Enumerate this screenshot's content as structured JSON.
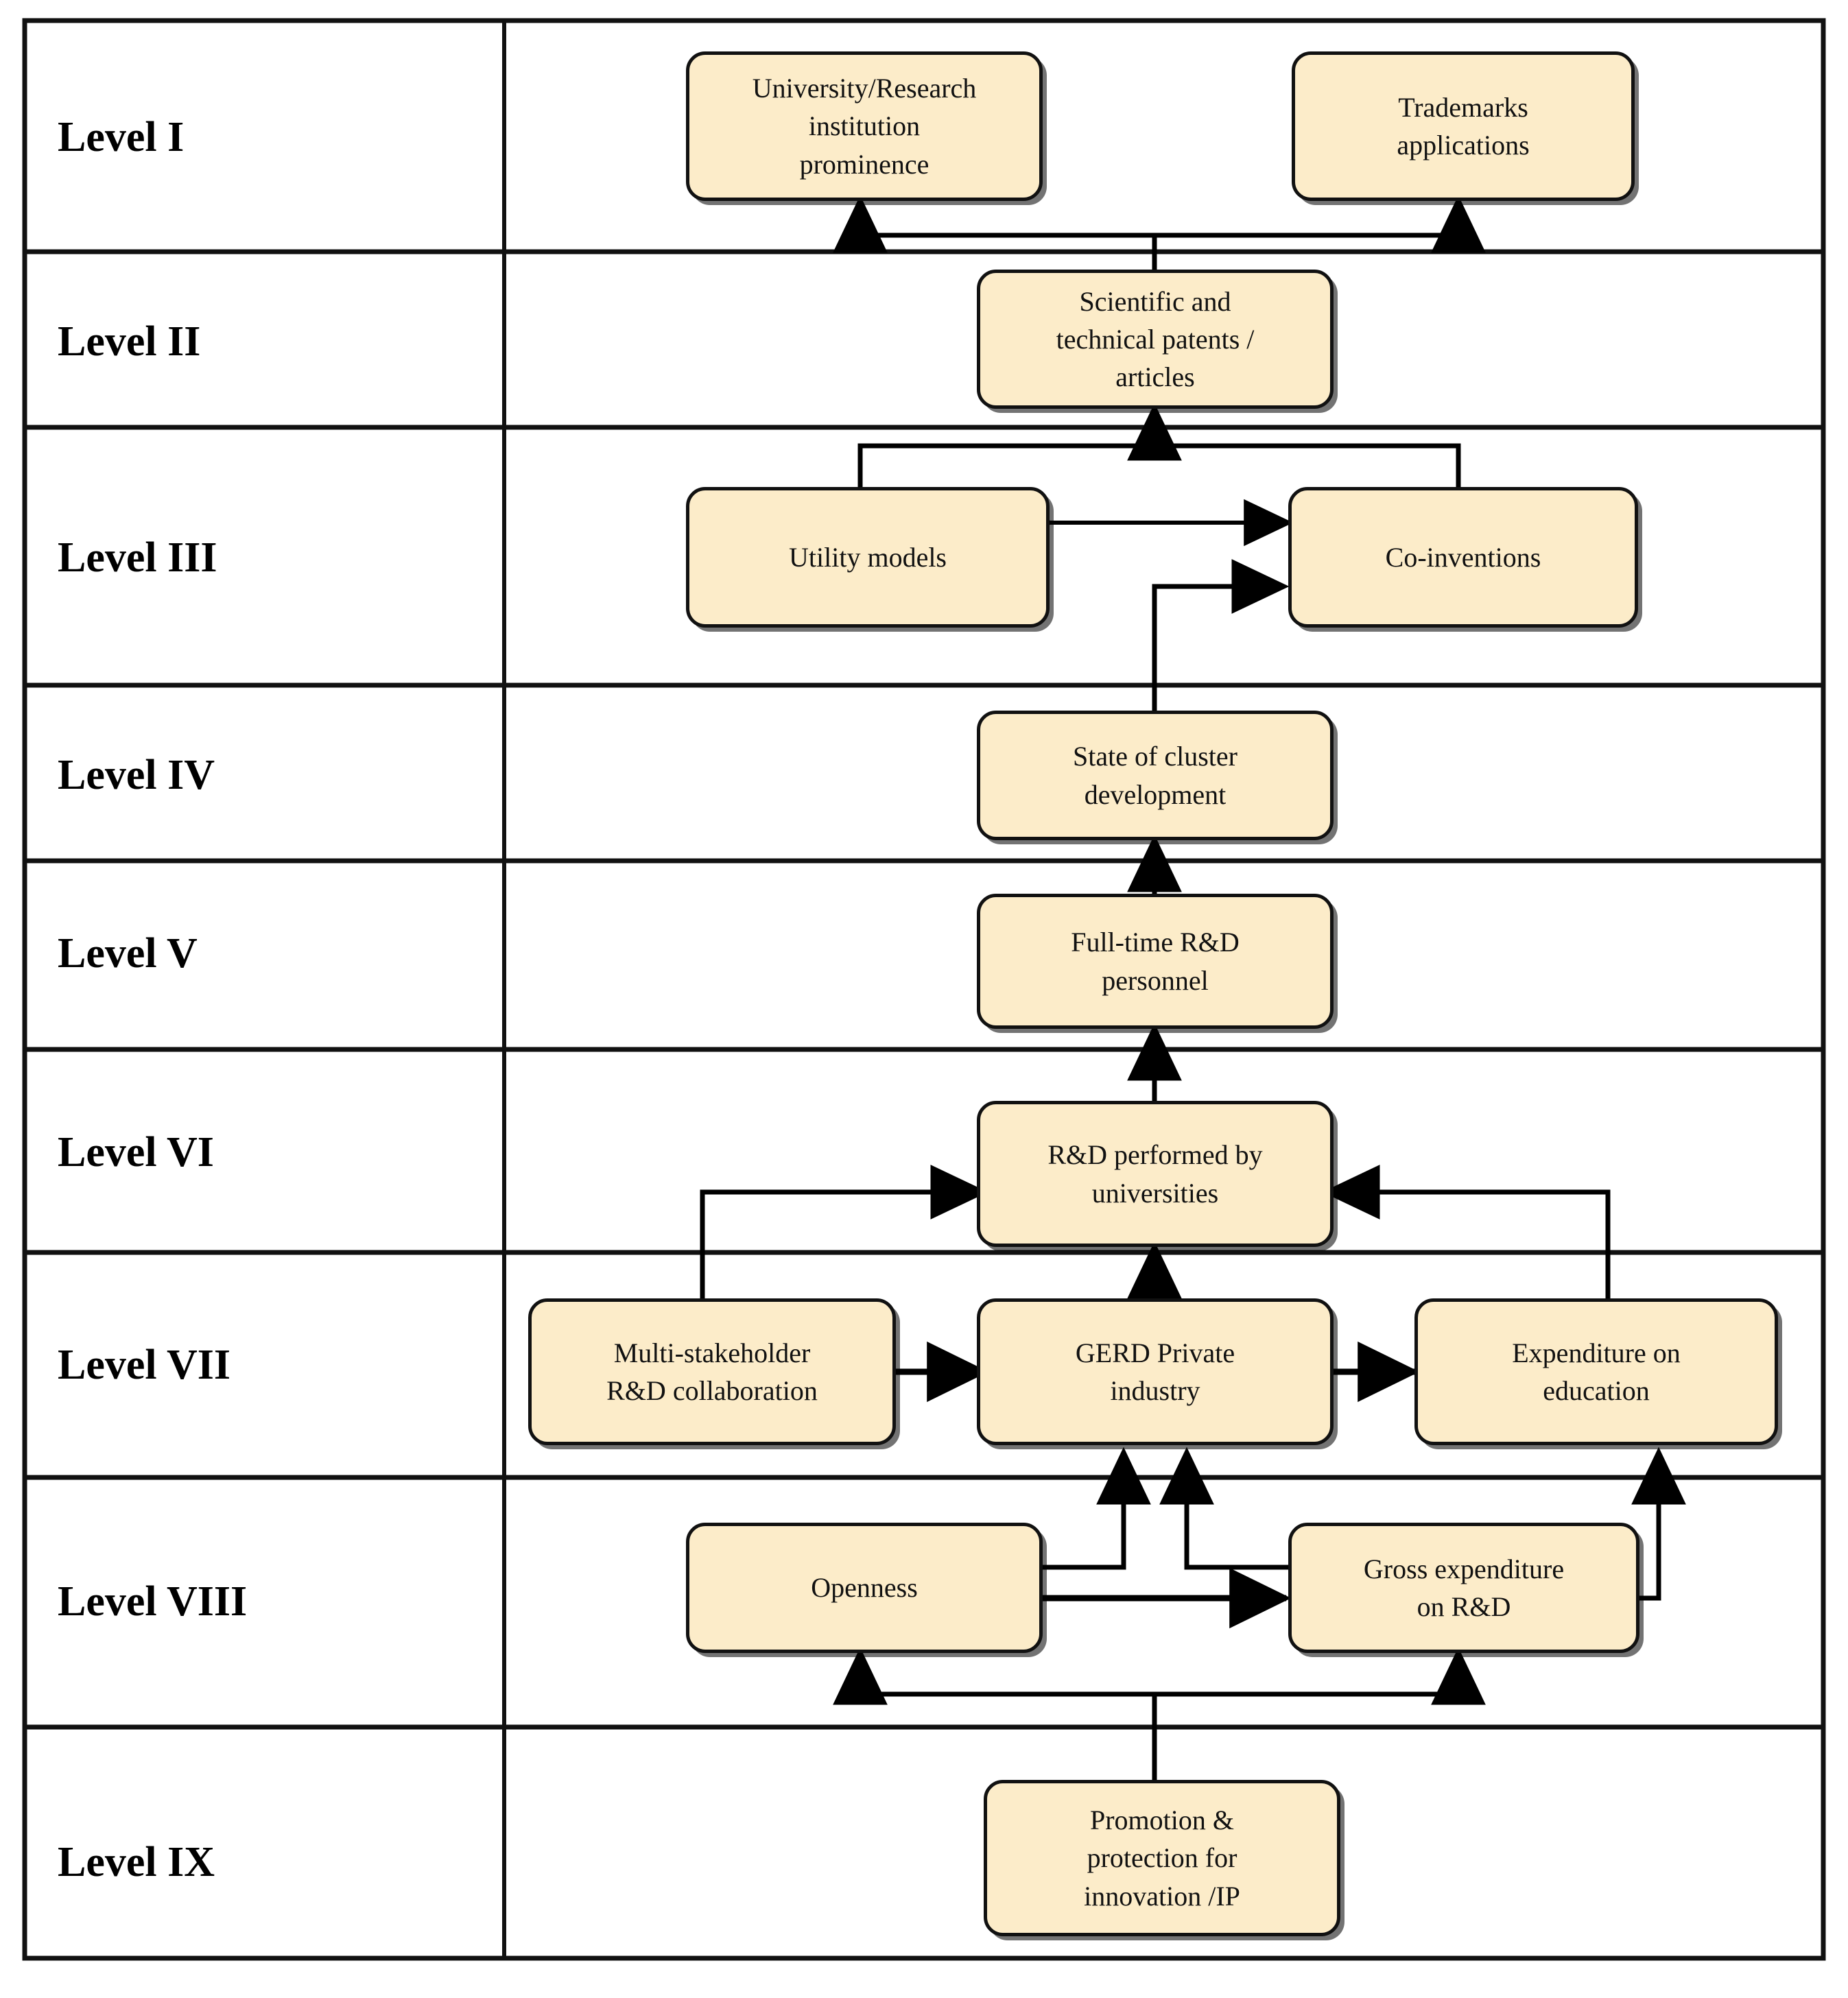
{
  "diagram": {
    "type": "hierarchical-level-diagram",
    "title": "",
    "node_fill_color": "#fcecc9",
    "node_border_color": "#111111",
    "connector_color": "#000000",
    "background_color": "#ffffff"
  },
  "levels": [
    {
      "id": "level-1",
      "label": "Level I",
      "nodes": [
        "University/Research institution prominence",
        "Trademarks applications"
      ]
    },
    {
      "id": "level-2",
      "label": "Level II",
      "nodes": [
        "Scientific and technical patents / articles"
      ]
    },
    {
      "id": "level-3",
      "label": "Level III",
      "nodes": [
        "Utility  models",
        "Co-inventions"
      ]
    },
    {
      "id": "level-4",
      "label": "Level IV",
      "nodes": [
        "State of cluster development"
      ]
    },
    {
      "id": "level-5",
      "label": "Level V",
      "nodes": [
        "Full-time  R&D personnel"
      ]
    },
    {
      "id": "level-6",
      "label": "Level VI",
      "nodes": [
        "R&D performed by universities"
      ]
    },
    {
      "id": "level-7",
      "label": "Level VII",
      "nodes": [
        "Multi-stakeholder R&D collaboration",
        "GERD Private industry",
        "Expenditure  on education"
      ]
    },
    {
      "id": "level-8",
      "label": "Level VIII",
      "nodes": [
        "Openness",
        "Gross expenditure on R&D"
      ]
    },
    {
      "id": "level-9",
      "label": "Level IX",
      "nodes": [
        "Promotion & protection for innovation  /IP"
      ]
    }
  ],
  "nodes": {
    "university_prominence": {
      "line1": "University/Research",
      "line2": "institution",
      "line3": "prominence"
    },
    "trademarks": {
      "line1": "Trademarks",
      "line2": "applications"
    },
    "patents_articles": {
      "line1": "Scientific  and",
      "line2": "technical patents /",
      "line3": "articles"
    },
    "utility_models": {
      "line1": "Utility  models"
    },
    "co_inventions": {
      "line1": "Co-inventions"
    },
    "cluster_development": {
      "line1": "State of cluster",
      "line2": "development"
    },
    "rd_personnel": {
      "line1": "Full-time  R&D",
      "line2": "personnel"
    },
    "rd_universities": {
      "line1": "R&D performed by",
      "line2": "universities"
    },
    "multi_stakeholder": {
      "line1": "Multi-stakeholder",
      "line2": "R&D collaboration"
    },
    "gerd_private": {
      "line1": "GERD Private",
      "line2": "industry"
    },
    "expenditure_education": {
      "line1": "Expenditure  on",
      "line2": "education"
    },
    "openness": {
      "line1": "Openness"
    },
    "gross_expenditure": {
      "line1": "Gross expenditure",
      "line2": "on R&D"
    },
    "promotion_ip": {
      "line1": "Promotion &",
      "line2": "protection for",
      "line3": "innovation  /IP"
    }
  },
  "connections": [
    {
      "from": "patents_articles",
      "to": "university_prominence",
      "style": "arrow-up"
    },
    {
      "from": "patents_articles",
      "to": "trademarks",
      "style": "arrow-up"
    },
    {
      "from": "utility_models",
      "to": "patents_articles",
      "style": "elbow-up"
    },
    {
      "from": "co_inventions",
      "to": "patents_articles",
      "style": "elbow-up"
    },
    {
      "from": "utility_models",
      "to": "co_inventions",
      "style": "double-arrow-horizontal"
    },
    {
      "from": "cluster_development",
      "to": "co_inventions",
      "style": "elbow-right"
    },
    {
      "from": "rd_personnel",
      "to": "cluster_development",
      "style": "arrow-up"
    },
    {
      "from": "rd_universities",
      "to": "rd_personnel",
      "style": "arrow-up"
    },
    {
      "from": "multi_stakeholder",
      "to": "rd_universities",
      "style": "elbow-arrow-right"
    },
    {
      "from": "gerd_private",
      "to": "rd_universities",
      "style": "arrow-up"
    },
    {
      "from": "expenditure_education",
      "to": "rd_universities",
      "style": "elbow-arrow-left"
    },
    {
      "from": "multi_stakeholder",
      "to": "gerd_private",
      "style": "double-arrow-horizontal"
    },
    {
      "from": "gerd_private",
      "to": "expenditure_education",
      "style": "double-arrow-horizontal"
    },
    {
      "from": "openness",
      "to": "gerd_private",
      "style": "elbow-arrow-up"
    },
    {
      "from": "gross_expenditure",
      "to": "gerd_private",
      "style": "elbow-arrow-up"
    },
    {
      "from": "gross_expenditure",
      "to": "expenditure_education",
      "style": "elbow-arrow-up"
    },
    {
      "from": "openness",
      "to": "gross_expenditure",
      "style": "double-arrow-horizontal"
    },
    {
      "from": "promotion_ip",
      "to": "openness",
      "style": "elbow-arrow-up"
    },
    {
      "from": "promotion_ip",
      "to": "gross_expenditure",
      "style": "elbow-arrow-up"
    }
  ]
}
